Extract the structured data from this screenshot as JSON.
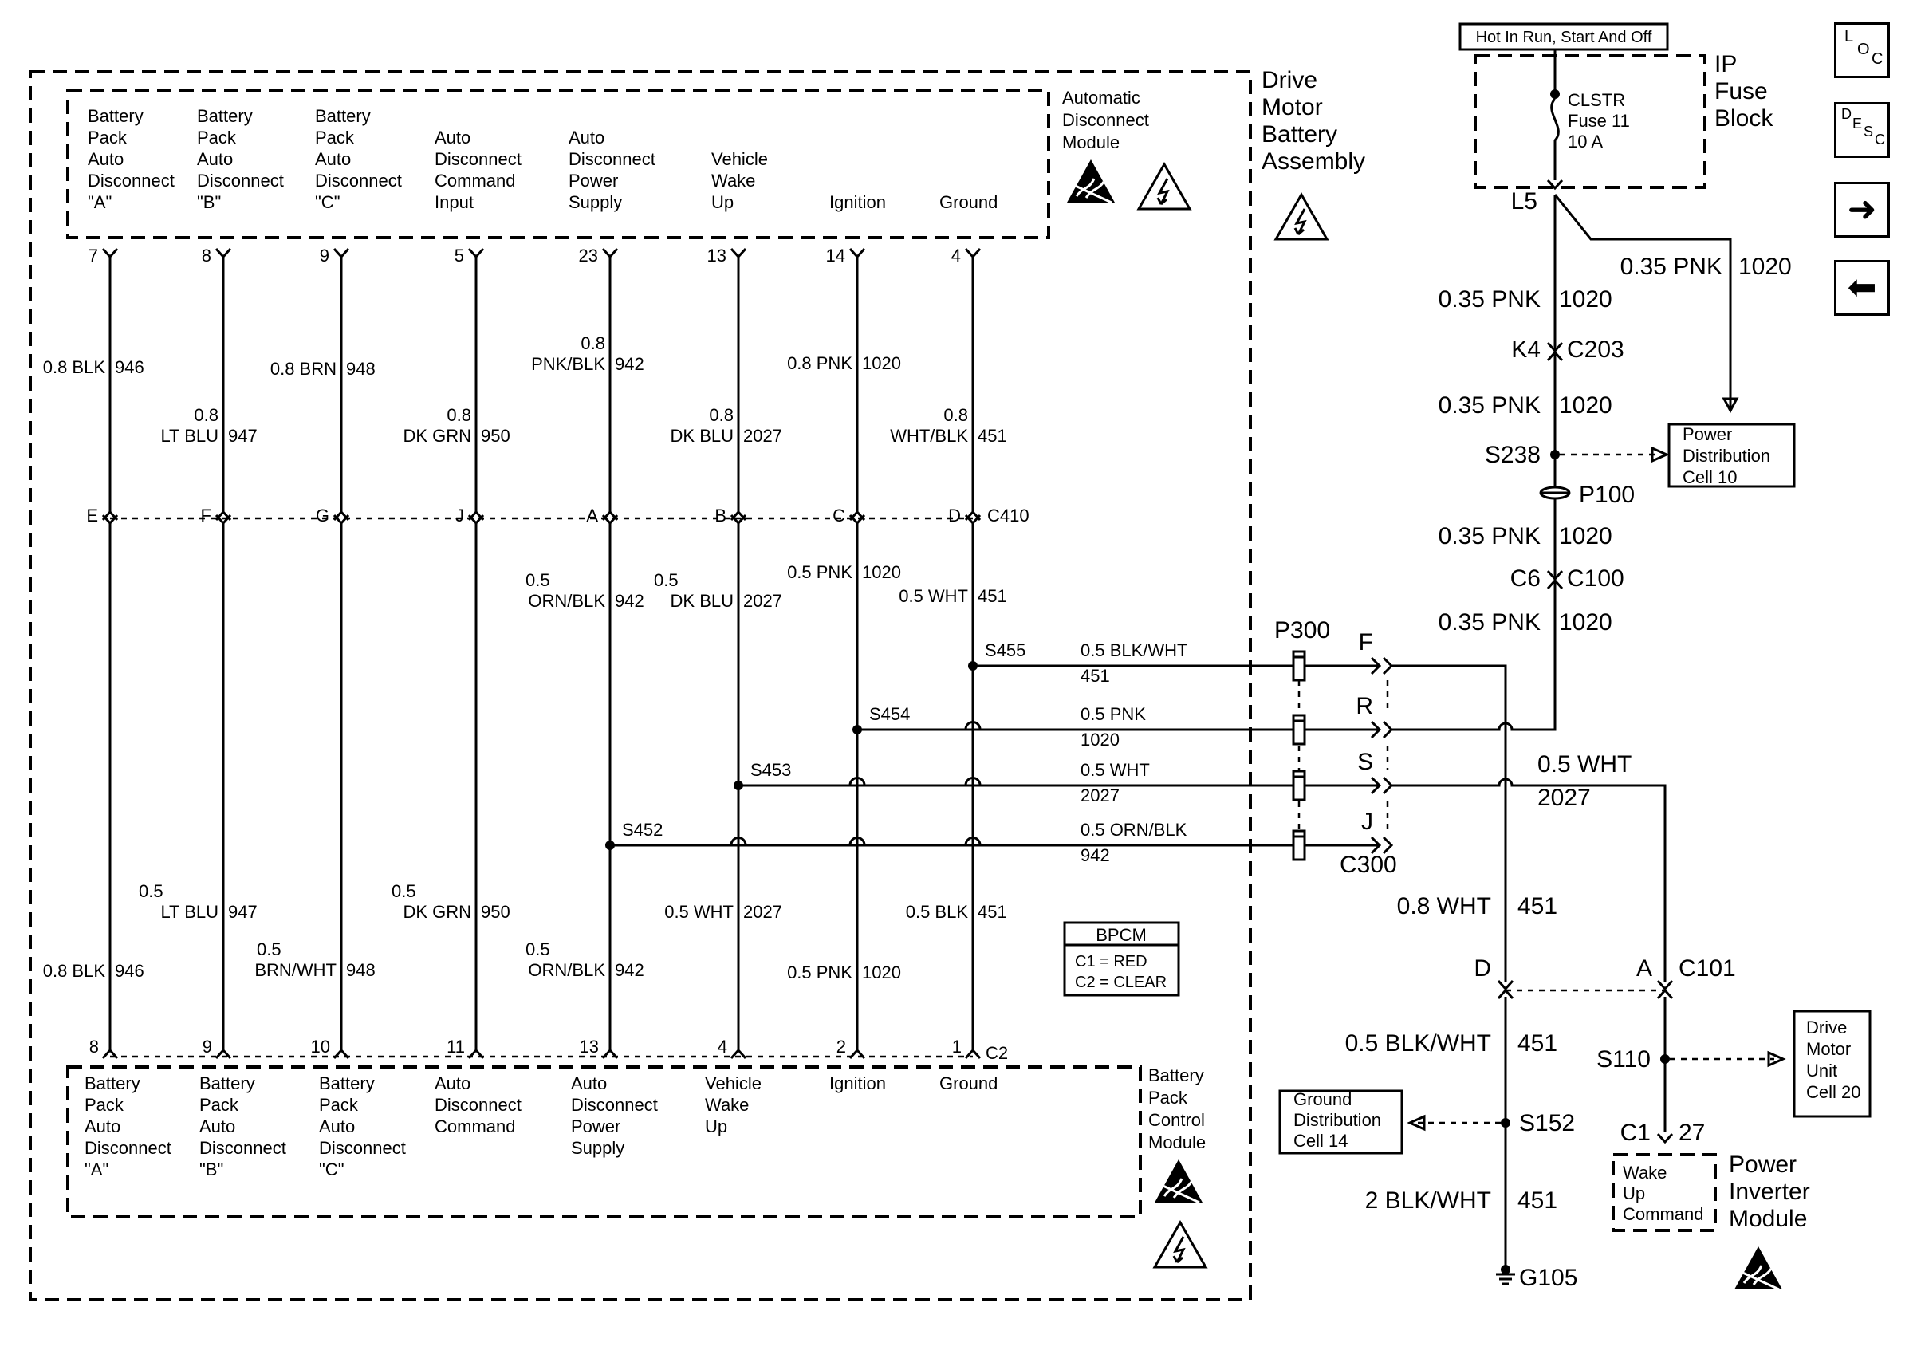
{
  "assembly": {
    "title_lines": [
      "Drive",
      "Motor",
      "Battery",
      "Assembly"
    ]
  },
  "adm": {
    "title_lines": [
      "Automatic",
      "Disconnect",
      "Module"
    ],
    "pins": [
      {
        "num": "7",
        "lines": [
          "Battery",
          "Pack",
          "Auto",
          "Disconnect",
          "\"A\""
        ]
      },
      {
        "num": "8",
        "lines": [
          "Battery",
          "Pack",
          "Auto",
          "Disconnect",
          "\"B\""
        ]
      },
      {
        "num": "9",
        "lines": [
          "Battery",
          "Pack",
          "Auto",
          "Disconnect",
          "\"C\""
        ]
      },
      {
        "num": "5",
        "lines": [
          "Auto",
          "Disconnect",
          "Command",
          "Input"
        ]
      },
      {
        "num": "23",
        "lines": [
          "Auto",
          "Disconnect",
          "Power",
          "Supply"
        ]
      },
      {
        "num": "13",
        "lines": [
          "Vehicle",
          "Wake",
          "Up"
        ]
      },
      {
        "num": "14",
        "lines": [
          "Ignition"
        ]
      },
      {
        "num": "4",
        "lines": [
          "Ground"
        ]
      }
    ]
  },
  "upper_wires": [
    {
      "lines": [
        "0.8 BLK",
        "946"
      ]
    },
    {
      "lines": [
        "0.8",
        "LT BLU",
        "947"
      ]
    },
    {
      "lines": [
        "0.8 BRN",
        "948"
      ]
    },
    {
      "lines": [
        "0.8",
        "DK GRN",
        "950"
      ]
    },
    {
      "lines": [
        "0.8",
        "PNK/BLK",
        "942"
      ]
    },
    {
      "lines": [
        "0.8",
        "DK BLU",
        "2027"
      ]
    },
    {
      "lines": [
        "0.8 PNK",
        "1020"
      ]
    },
    {
      "lines": [
        "0.8",
        "WHT/BLK",
        "451"
      ]
    }
  ],
  "c410": {
    "name": "C410",
    "pins": [
      "E",
      "F",
      "G",
      "J",
      "A",
      "B",
      "C",
      "D"
    ]
  },
  "mid_wires": [
    {
      "lines": [
        "0.5",
        "ORN/BLK",
        "942"
      ]
    },
    {
      "lines": [
        "0.5",
        "DK BLU",
        "2027"
      ]
    },
    {
      "lines": [
        "0.5 PNK",
        "1020"
      ]
    },
    {
      "lines": [
        "0.5 WHT",
        "451"
      ]
    }
  ],
  "lower_wires": [
    {
      "lines": [
        "0.8 BLK",
        "946"
      ]
    },
    {
      "lines": [
        "0.5",
        "LT BLU",
        "947"
      ]
    },
    {
      "lines": [
        "0.5",
        "BRN/WHT",
        "948"
      ]
    },
    {
      "lines": [
        "0.5",
        "DK GRN",
        "950"
      ]
    },
    {
      "lines": [
        "0.5",
        "ORN/BLK",
        "942"
      ]
    },
    {
      "lines": [
        "0.5 WHT",
        "2027"
      ]
    },
    {
      "lines": [
        "0.5 PNK",
        "1020"
      ]
    },
    {
      "lines": [
        "0.5 BLK",
        "451"
      ]
    }
  ],
  "bpcm": {
    "title_lines": [
      "Battery",
      "Pack",
      "Control",
      "Module"
    ],
    "connector": "C2",
    "pins": [
      {
        "num": "8",
        "lines": [
          "Battery",
          "Pack",
          "Auto",
          "Disconnect",
          "\"A\""
        ]
      },
      {
        "num": "9",
        "lines": [
          "Battery",
          "Pack",
          "Auto",
          "Disconnect",
          "\"B\""
        ]
      },
      {
        "num": "10",
        "lines": [
          "Battery",
          "Pack",
          "Auto",
          "Disconnect",
          "\"C\""
        ]
      },
      {
        "num": "11",
        "lines": [
          "Auto",
          "Disconnect",
          "Command"
        ]
      },
      {
        "num": "13",
        "lines": [
          "Auto",
          "Disconnect",
          "Power",
          "Supply"
        ]
      },
      {
        "num": "4",
        "lines": [
          "Vehicle",
          "Wake",
          "Up"
        ]
      },
      {
        "num": "2",
        "lines": [
          "Ignition"
        ]
      },
      {
        "num": "1",
        "lines": [
          "Ground"
        ]
      }
    ],
    "legend_title": "BPCM",
    "legend_lines": [
      "C1 = RED",
      "C2 = CLEAR"
    ]
  },
  "splices": {
    "s455": "S455",
    "s454": "S454",
    "s453": "S453",
    "s452": "S452"
  },
  "harness": [
    {
      "pin": "F",
      "lines": [
        "0.5 BLK/WHT",
        "451"
      ]
    },
    {
      "pin": "R",
      "lines": [
        "0.5 PNK",
        "1020"
      ]
    },
    {
      "pin": "S",
      "lines": [
        "0.5 WHT",
        "2027"
      ]
    },
    {
      "pin": "J",
      "lines": [
        "0.5 ORN/BLK",
        "942"
      ]
    }
  ],
  "connectors": {
    "p300": "P300",
    "c300": "C300",
    "c101": "C101",
    "c101_left_pin": "D",
    "c101_right_pin": "A"
  },
  "fuse_block": {
    "hot_label": "Hot In Run, Start And Off",
    "title_lines": [
      "IP",
      "Fuse",
      "Block"
    ],
    "fuse_lines": [
      "CLSTR",
      "Fuse 11",
      "10 A"
    ],
    "terminal": "L5"
  },
  "feed": {
    "branch_label": [
      "0.35 PNK",
      "1020"
    ],
    "wire1": [
      "0.35 PNK",
      "1020"
    ],
    "k4": "K4",
    "c203": "C203",
    "wire2": [
      "0.35 PNK",
      "1020"
    ],
    "s238": "S238",
    "p100": "P100",
    "wire3": [
      "0.35 PNK",
      "1020"
    ],
    "c6": "C6",
    "c100": "C100",
    "wire4": [
      "0.35 PNK",
      "1020"
    ]
  },
  "power_dist_lines": [
    "Power",
    "Distribution",
    "Cell 10"
  ],
  "ground_path": {
    "wire1": [
      "0.8 WHT",
      "451"
    ],
    "wire2": [
      "0.5 BLK/WHT",
      "451"
    ],
    "s152": "S152",
    "wire3": [
      "2 BLK/WHT",
      "451"
    ],
    "ground": "G105",
    "ground_dist_lines": [
      "Ground",
      "Distribution",
      "Cell 14"
    ]
  },
  "wake_path": {
    "wire": [
      "0.5 WHT",
      "2027"
    ],
    "s110": "S110",
    "drive_motor_lines": [
      "Drive",
      "Motor",
      "Unit",
      "Cell 20"
    ],
    "pim_connector": "C1",
    "pim_pin": "27",
    "pim_pin_lines": [
      "Wake",
      "Up",
      "Command"
    ],
    "pim_title_lines": [
      "Power",
      "Inverter",
      "Module"
    ]
  },
  "nav": {
    "loc": [
      "L",
      "O",
      "C"
    ],
    "desc": [
      "D",
      "E",
      "S",
      "C"
    ],
    "next_arrow": "➜",
    "prev_arrow": "⬅"
  }
}
